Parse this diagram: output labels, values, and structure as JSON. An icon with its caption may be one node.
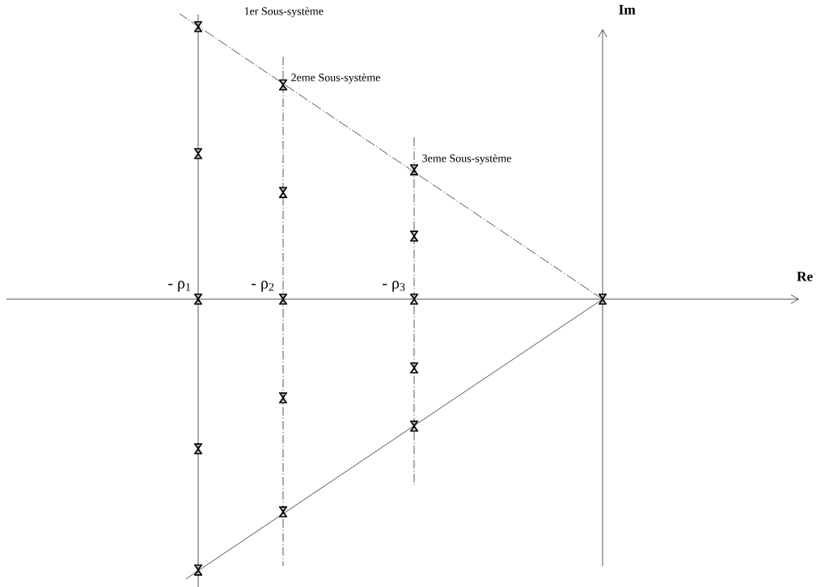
{
  "diagram": {
    "labels": [
      "1er  Sous-système",
      "Im",
      "2eme  Sous-système",
      "3eme  Sous-système",
      "- ρ$_{1}$",
      "- ρ$_{2}$",
      "- ρ$_{3}$",
      "Re"
    ]
  }
}
